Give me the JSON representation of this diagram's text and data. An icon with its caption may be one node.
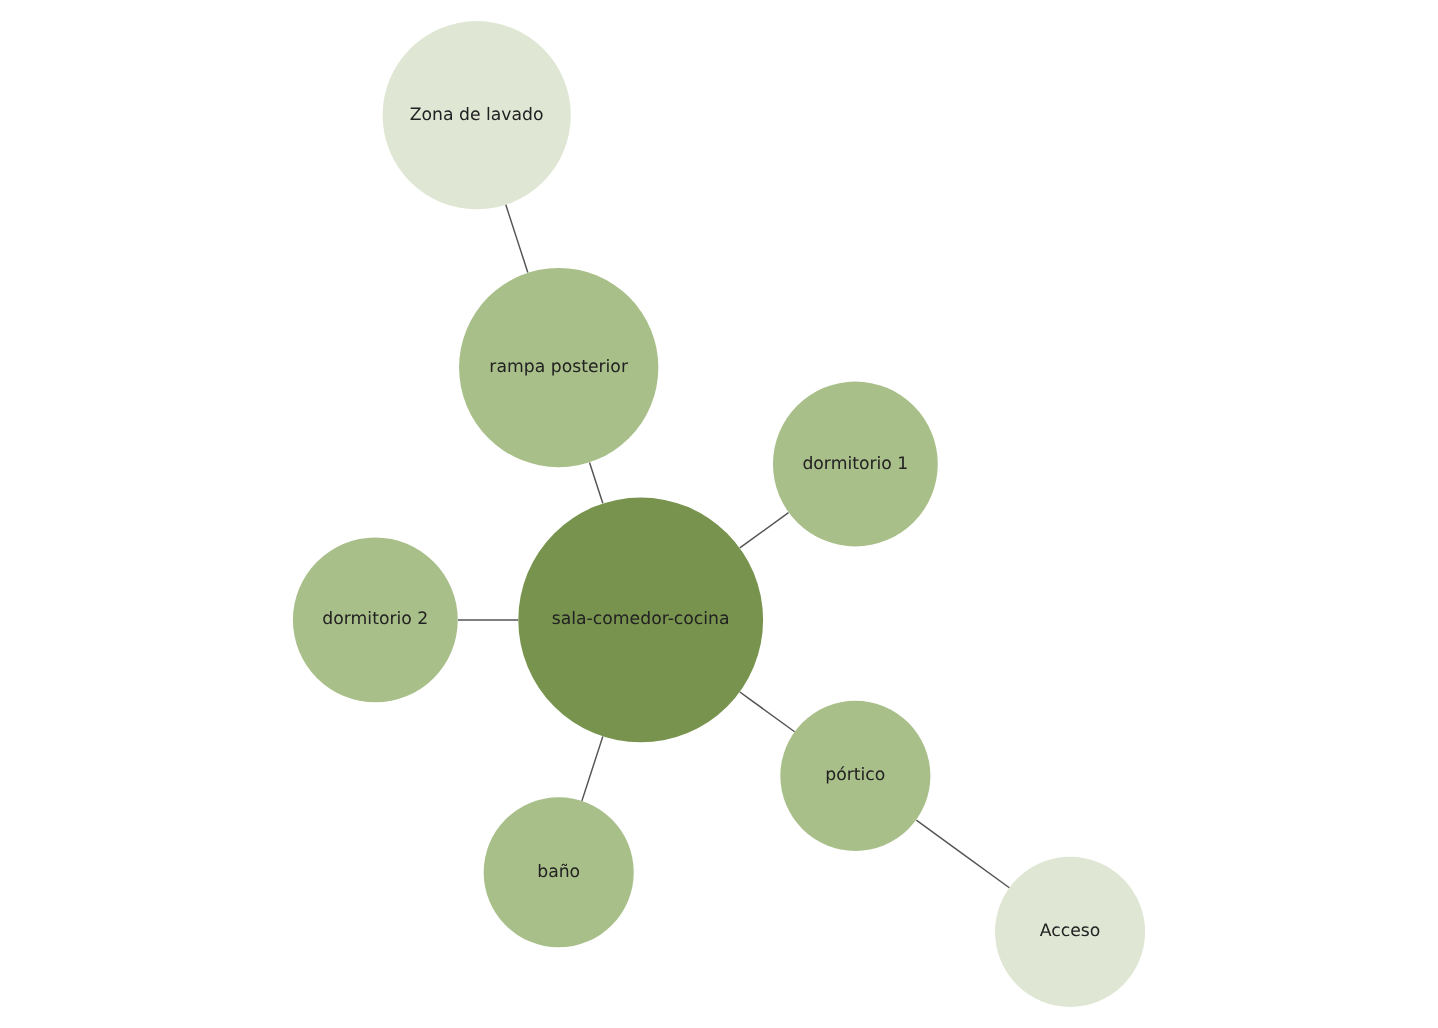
{
  "diagram": {
    "nodes": [
      {
        "text": [
          "dormitorio 1"
        ]
      },
      {
        "text": [
          "Zona de lavado"
        ]
      },
      {
        "text": [
          "rampa posterior"
        ]
      },
      {
        "text": [
          "dormitorio 2"
        ]
      },
      {
        "text": [
          "sala-comedor-cocina"
        ]
      },
      {
        "text": [
          "baño"
        ]
      },
      {
        "text": [
          "Acceso"
        ]
      },
      {
        "text": [
          "pórtico"
        ]
      }
    ],
    "edges": [
      {
        "from": 4,
        "to": 0,
        "arrow": "none"
      },
      {
        "from": 4,
        "to": 3,
        "arrow": "none"
      },
      {
        "from": 4,
        "to": 5,
        "arrow": "none"
      },
      {
        "from": 4,
        "to": 7,
        "arrow": "none"
      },
      {
        "from": 4,
        "to": 2,
        "arrow": "none"
      },
      {
        "from": 2,
        "to": 1,
        "arrow": "none"
      },
      {
        "from": 7,
        "to": 6,
        "arrow": "none"
      }
    ]
  }
}
